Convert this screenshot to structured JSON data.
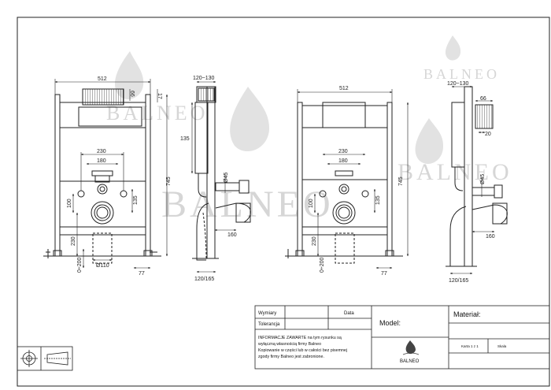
{
  "watermark": {
    "brand": "BALNEO"
  },
  "drawings": {
    "front_left": {
      "width": "512",
      "top_offset": "17",
      "top_small": "66",
      "height": "745",
      "span_outer": "230",
      "span_inner": "180",
      "left_vertical": "100",
      "right_vertical": "135",
      "bottom_vertical": "230",
      "floor": "0÷200",
      "pipe": "Ø110"
    },
    "side_left": {
      "top_range": "120~130",
      "upper_depth": "135",
      "pipe_dia": "Ø45",
      "offset": "160",
      "foot": "77",
      "bottom_range": "120/165"
    },
    "front_right": {
      "width": "512",
      "span_outer": "230",
      "span_inner": "180",
      "left_vertical": "100",
      "right_vertical": "135",
      "height": "745",
      "bottom_vertical": "230",
      "floor": "0÷200",
      "foot": "77"
    },
    "side_right": {
      "top_range": "120~130",
      "button_w": "66",
      "button_d": "20",
      "pipe_dia": "Ø45",
      "offset": "160",
      "bottom_range": "120/165"
    }
  },
  "title_block": {
    "wymiary_label": "Wymiary",
    "data_label": "Data",
    "tolerancja_label": "Tolerancja",
    "notice_lines": [
      "INFORMACJE ZAWARTE na tym rysunku są",
      "wyłączną własnością firmy Balneo",
      "Kopiowanie w części lub w całości bez pisemnej",
      "zgody firmy Balneo jest zabronione."
    ],
    "model_label": "Model:",
    "material_label": "Materiał:",
    "logo_text": "BALNEO",
    "sheet_label": "Karta 1 z 1",
    "scale_label": "Skala"
  }
}
